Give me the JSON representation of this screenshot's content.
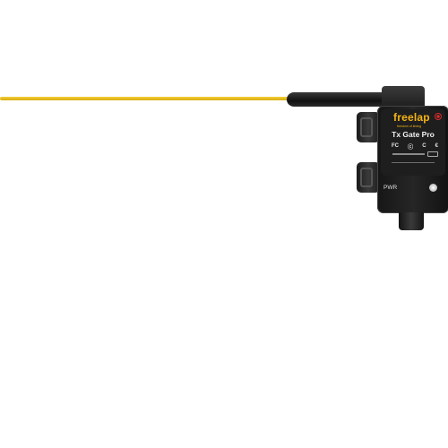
{
  "product": {
    "brand": "freelap",
    "tagline": "freedom of timing",
    "model": "Tx Gate Pro",
    "power_label": "PWR",
    "cert_marks": [
      "FC",
      "ⓒ",
      "C",
      "€"
    ]
  },
  "colors": {
    "cable": "#e5b81f",
    "device_body": "#1c1c1c",
    "brand_text": "#f5b414",
    "background": "#ffffff"
  }
}
